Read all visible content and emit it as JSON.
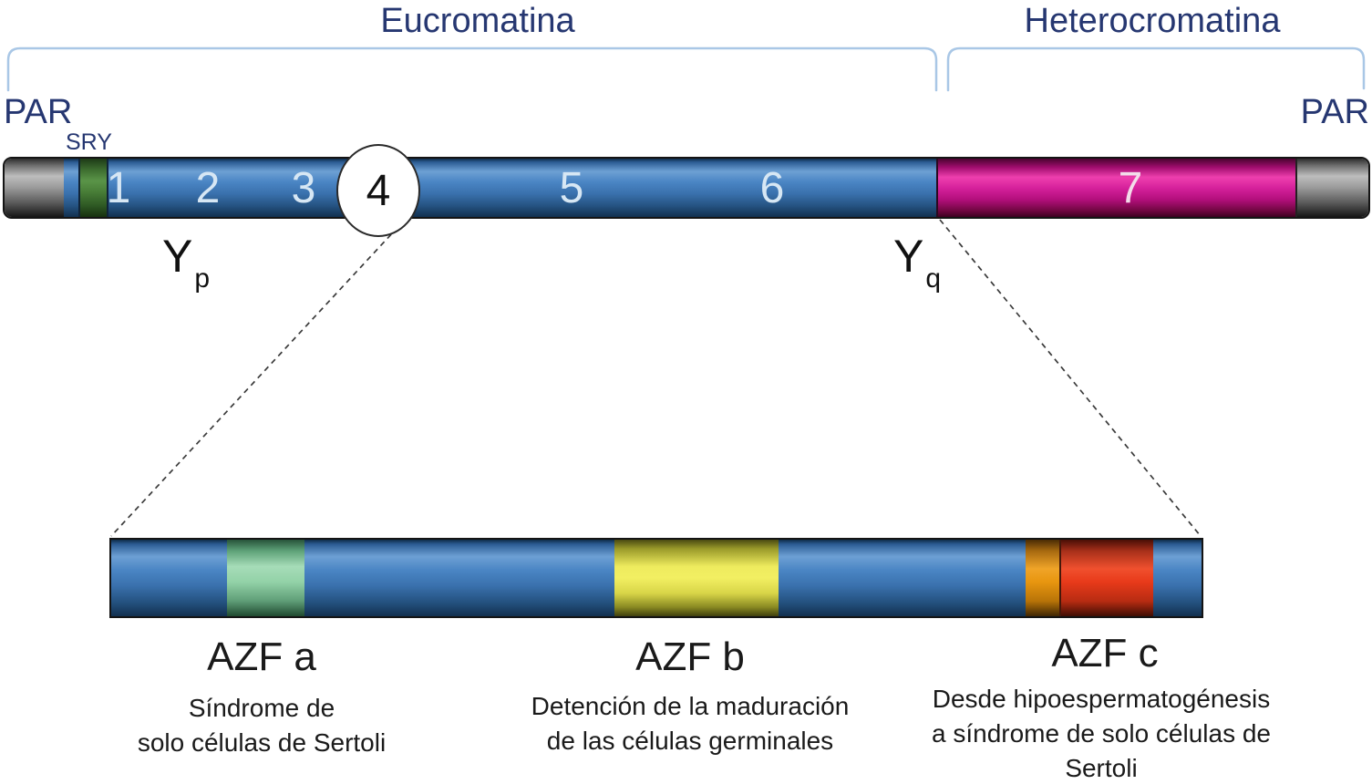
{
  "figure": {
    "top": {
      "euchromatin_label": "Eucromatina",
      "heterochromatin_label": "Heterocromatina",
      "par_left": "PAR",
      "par_right": "PAR",
      "sry_label": "SRY",
      "regions": [
        "1",
        "2",
        "3",
        "4",
        "5",
        "6",
        "7"
      ],
      "arm_p": {
        "base": "Y",
        "sub": "p"
      },
      "arm_q": {
        "base": "Y",
        "sub": "q"
      }
    },
    "zoom_panel": {
      "azf_a": {
        "title": "AZF a",
        "desc_line1": "Síndrome de",
        "desc_line2": "solo células de Sertoli"
      },
      "azf_b": {
        "title": "AZF b",
        "desc_line1": "Detención de la maduración",
        "desc_line2": "de las células germinales"
      },
      "azf_c": {
        "title": "AZF c",
        "desc_line1": "Desde hipoespermatogénesis",
        "desc_line2": "a síndrome de solo células de",
        "desc_line3": "Sertoli"
      }
    }
  },
  "colors": {
    "navy_text": "#263771",
    "bracket_blue": "#a9c7e6",
    "dashed_line": "#3a3a3a",
    "bar_blue": "#4a85c4",
    "sry_green": "#4a8039",
    "heterochromatin_magenta": "#d6219c",
    "par_gray": "#9a9a9a",
    "azf_a_green": "#93d2a8",
    "azf_b_yellow": "#eeeb5e",
    "azf_c_orange": "#e8960f",
    "azf_c_red": "#e83a1a",
    "caption_black": "#1a1a1a"
  }
}
